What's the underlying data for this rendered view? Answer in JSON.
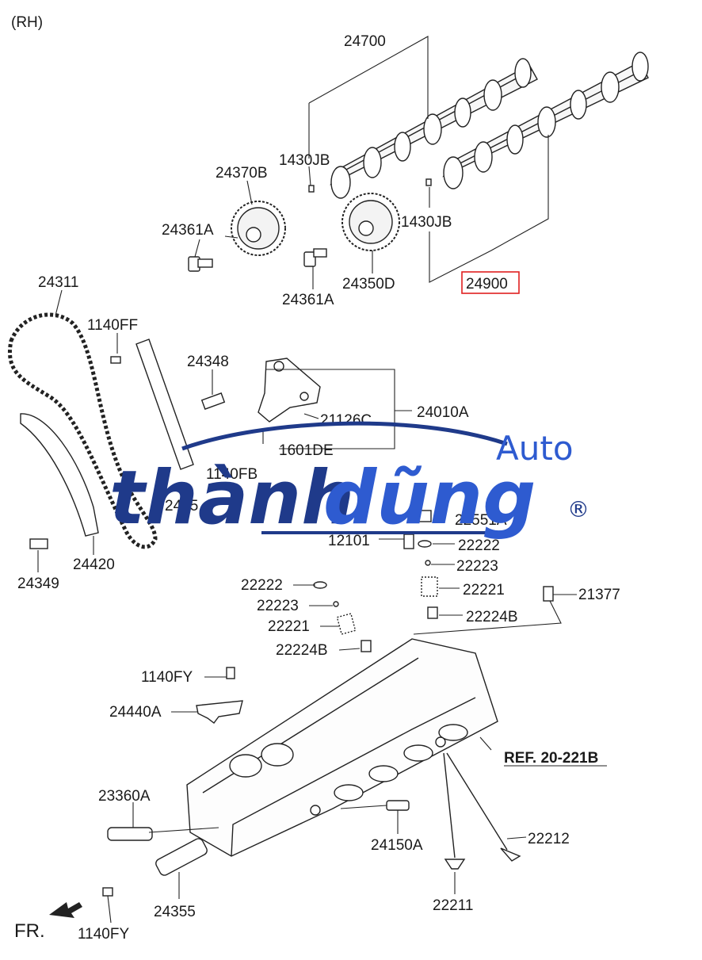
{
  "diagram": {
    "side_label": "(RH)",
    "front_label": "FR.",
    "reference": "REF. 20-221B",
    "highlight_color": "#e02020",
    "parts": {
      "p24700": "24700",
      "p1430jb_a": "1430JB",
      "p1430jb_b": "1430JB",
      "p24370b": "24370B",
      "p24361a_a": "24361A",
      "p24361a_b": "24361A",
      "p24350d": "24350D",
      "p24900": "24900",
      "p24311": "24311",
      "p1140ff": "1140FF",
      "p24348": "24348",
      "p21126c": "21126C",
      "p24010a": "24010A",
      "p1601de": "1601DE",
      "p1140fb": "1140FB",
      "p24349": "24349",
      "p24420": "24420",
      "p2455": "2455",
      "p22551a": "22551A",
      "p12101": "12101",
      "p22222_a": "22222",
      "p22223_a": "22223",
      "p22221_a": "22221",
      "p22222_b": "22222",
      "p22223_b": "22223",
      "p22221_b": "22221",
      "p21377": "21377",
      "p22224b_a": "22224B",
      "p22224b_b": "22224B",
      "p1140fy_a": "1140FY",
      "p24440a": "24440A",
      "p23360a": "23360A",
      "p24150a": "24150A",
      "p22212": "22212",
      "p22211": "22211",
      "p24355": "24355",
      "p1140fy_b": "1140FY"
    }
  },
  "watermark": {
    "brand_part1": "thành",
    "brand_part2": "dũng",
    "suffix": "Auto",
    "registered": "®",
    "color_dark": "#1f3a8a",
    "color_light": "#2e5bd0"
  }
}
